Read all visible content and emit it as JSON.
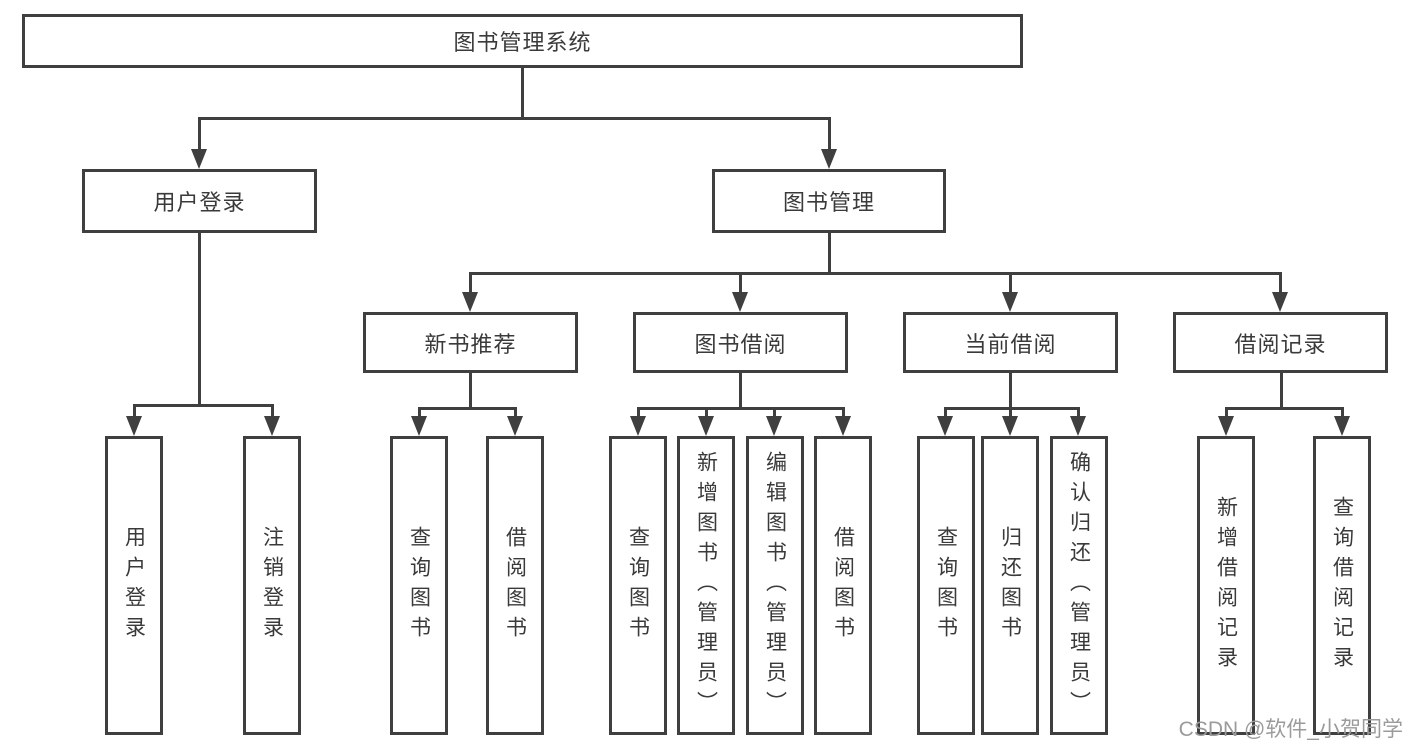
{
  "tree": {
    "label": "图书管理系统",
    "children": [
      {
        "label": "用户登录",
        "children": [
          {
            "label": "用户登录"
          },
          {
            "label": "注销登录"
          }
        ]
      },
      {
        "label": "图书管理",
        "children": [
          {
            "label": "新书推荐",
            "children": [
              {
                "label": "查询图书"
              },
              {
                "label": "借阅图书"
              }
            ]
          },
          {
            "label": "图书借阅",
            "children": [
              {
                "label": "查询图书"
              },
              {
                "label": "新增图书（管理员）"
              },
              {
                "label": "编辑图书（管理员）"
              },
              {
                "label": "借阅图书"
              }
            ]
          },
          {
            "label": "当前借阅",
            "children": [
              {
                "label": "查询图书"
              },
              {
                "label": "归还图书"
              },
              {
                "label": "确认归还（管理员）"
              }
            ]
          },
          {
            "label": "借阅记录",
            "children": [
              {
                "label": "新增借阅记录"
              },
              {
                "label": "查询借阅记录"
              }
            ]
          }
        ]
      }
    ]
  },
  "watermark": {
    "text": "CSDN @软件_小贺同学"
  },
  "colors": {
    "line": "#3f3f3f",
    "text": "#3a3a3a",
    "watermark": "#9b9b9b",
    "background": "#ffffff"
  }
}
